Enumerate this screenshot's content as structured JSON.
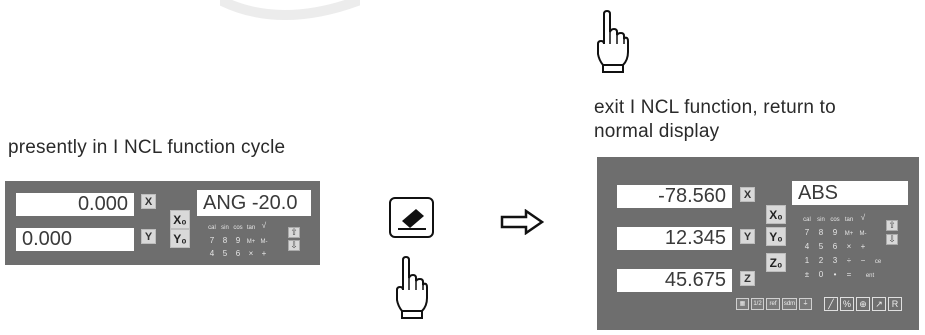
{
  "captions": {
    "left": "presently in I NCL function cycle",
    "right_line1": "exit I NCL function, return to",
    "right_line2": "normal display"
  },
  "left_panel": {
    "display1": "0.000",
    "display2": "0.000",
    "display3": "ANG -20.0",
    "axis1": "X",
    "axis2": "Y",
    "zero_x": "X₀",
    "zero_y": "Y₀",
    "keys_row1": [
      "cal",
      "sin",
      "cos",
      "tan",
      "√"
    ],
    "keys_row2": [
      "7",
      "8",
      "9",
      "M+",
      "M-"
    ],
    "keys_row3": [
      "4",
      "5",
      "6",
      "×",
      "+"
    ]
  },
  "right_panel": {
    "display1": "-78.560",
    "display2": "12.345",
    "display3": "45.675",
    "display4": "ABS",
    "axis1": "X",
    "axis2": "Y",
    "axis3": "Z",
    "zero_x": "X₀",
    "zero_y": "Y₀",
    "zero_z": "Z₀",
    "keys_row1": [
      "cal",
      "sin",
      "cos",
      "tan",
      "√"
    ],
    "keys_row2": [
      "7",
      "8",
      "9",
      "M+",
      "M-"
    ],
    "keys_row3": [
      "4",
      "5",
      "6",
      "×",
      "+"
    ],
    "keys_row4": [
      "1",
      "2",
      "3",
      "÷",
      "−",
      "ce"
    ],
    "keys_row5": [
      "±",
      "0",
      "•",
      "=",
      "ent"
    ],
    "fkeys_left": [
      "▦",
      "1/2",
      "ref",
      "sdm",
      "⏚"
    ],
    "fkeys_right": [
      "╱",
      "%",
      "⊕",
      "↗",
      "R"
    ]
  },
  "icons": {
    "hand_top": "hand-pointer-icon",
    "hand_mid": "hand-pointer-icon",
    "function_key": "angle-function-key-icon",
    "arrow": "right-arrow-icon"
  }
}
